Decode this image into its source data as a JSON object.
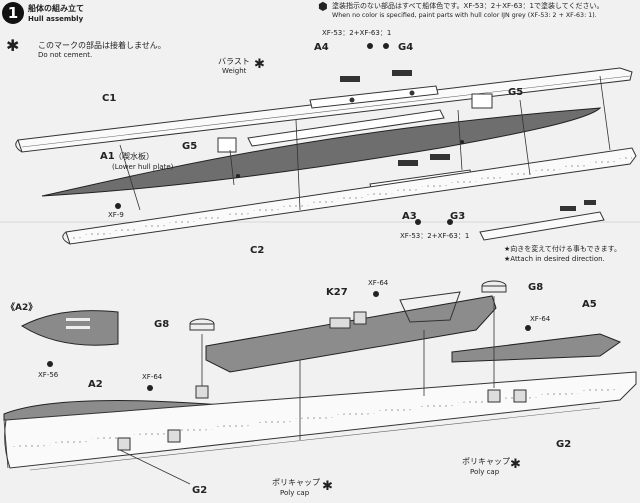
{
  "step": {
    "number": "1",
    "title_jp": "船体の組み立て",
    "title_en": "Hull assembly"
  },
  "no_cement": {
    "jp": "このマークの部品は接着しません。",
    "en": "Do not cement."
  },
  "paint_note": {
    "jp": "塗装指示のない部品はすべて船体色です。XF-53：2＋XF-63：1で塗装してください。",
    "en": "When no color is specified, paint parts with hull color IJN grey (XF-53: 2 + XF-63: 1)."
  },
  "direction_note": {
    "jp": "★向きを変えて付ける事もできます。",
    "en": "★Attach in desired direction."
  },
  "parts_upper": {
    "c1": "C1",
    "c2": "C2",
    "a1": "A1",
    "a1_jp": "（喫水板）",
    "a1_en": "(Lower hull plate)",
    "ballast_jp": "バラスト",
    "ballast_en": "Weight",
    "g5_left": "G5",
    "g5_right": "G5",
    "a4": "A4",
    "g4": "G4",
    "a3": "A3",
    "g3": "G3",
    "xf9": "XF-9",
    "paint_top": "XF-53：2+XF-63：1",
    "paint_bottom": "XF-53：2+XF-63：1"
  },
  "parts_lower": {
    "a2_inset": "《A2》",
    "xf56": "XF-56",
    "a2": "A2",
    "xf64_left": "XF-64",
    "xf64_mid": "XF-64",
    "xf64_right": "XF-64",
    "k27": "K27",
    "g8_left": "G8",
    "g8_right": "G8",
    "a5": "A5",
    "g2_left": "G2",
    "g2_right": "G2",
    "polycap_jp_left": "ポリキャップ",
    "polycap_en_left": "Poly cap",
    "polycap_jp_right": "ポリキャップ",
    "polycap_en_right": "Poly cap"
  }
}
